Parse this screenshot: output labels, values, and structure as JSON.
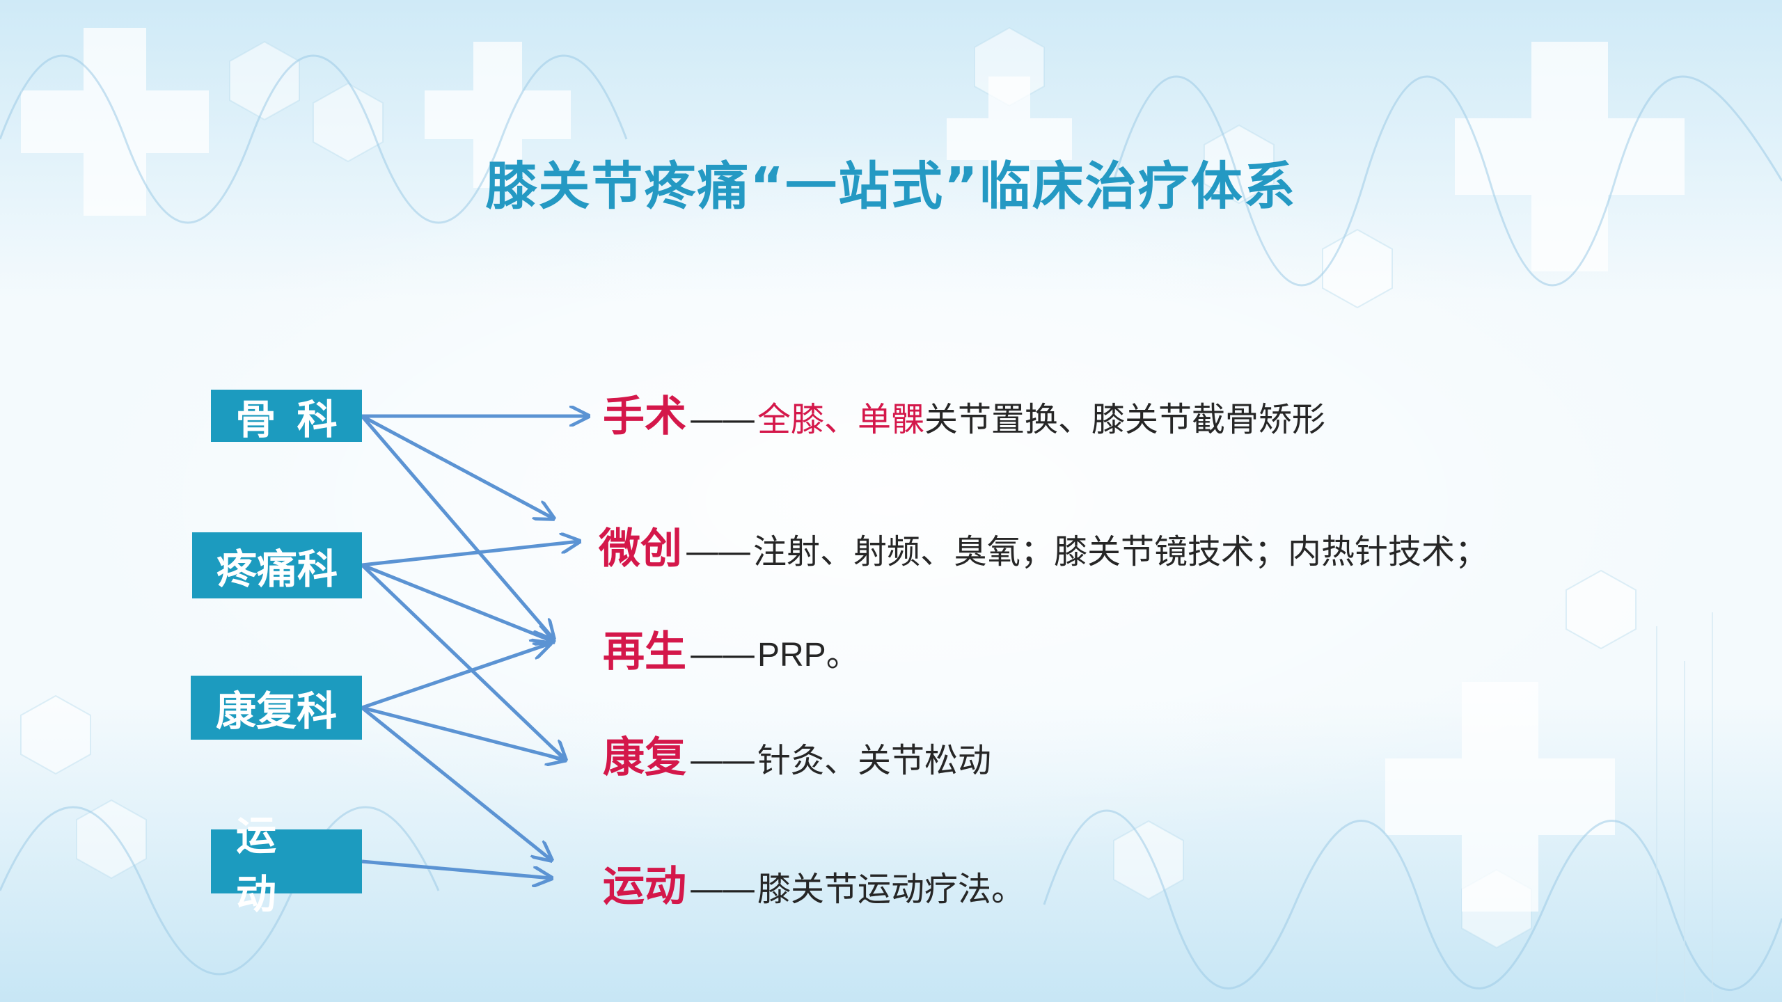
{
  "title": "膝关节疼痛“一站式”临床治疗体系",
  "departments": [
    {
      "label": "骨科"
    },
    {
      "label": "疼痛科"
    },
    {
      "label": "康复科"
    },
    {
      "label": "运动"
    }
  ],
  "treatments": [
    {
      "name": "手术",
      "dash": "——",
      "desc_highlight": "全膝、单髁",
      "desc": "关节置换、膝关节截骨矫形"
    },
    {
      "name": "微创",
      "dash": "——",
      "desc": "注射、射频、臭氧；膝关节镜技术；内热针技术；"
    },
    {
      "name": "再生",
      "dash": "——",
      "desc_latin": "PRP",
      "desc": "。"
    },
    {
      "name": "康复",
      "dash": "——",
      "desc": "针灸、关节松动"
    },
    {
      "name": "运动",
      "dash": "——",
      "desc": "膝关节运动疗法。"
    }
  ],
  "links": [
    {
      "from": "骨科",
      "to": "手术"
    },
    {
      "from": "骨科",
      "to": "微创"
    },
    {
      "from": "骨科",
      "to": "再生"
    },
    {
      "from": "疼痛科",
      "to": "微创"
    },
    {
      "from": "疼痛科",
      "to": "再生"
    },
    {
      "from": "疼痛科",
      "to": "康复"
    },
    {
      "from": "康复科",
      "to": "再生"
    },
    {
      "from": "康复科",
      "to": "康复"
    },
    {
      "from": "康复科",
      "to": "运动"
    },
    {
      "from": "运动",
      "to": "运动"
    }
  ],
  "colors": {
    "title": "#2499c3",
    "department_box": "#1c9bbf",
    "treatment_name": "#d4174a",
    "arrow": "#5b93d3"
  }
}
